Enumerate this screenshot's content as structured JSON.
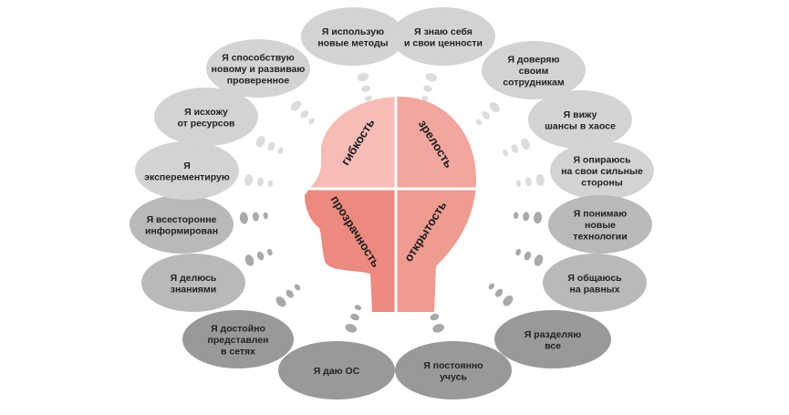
{
  "colors": {
    "bubble_light": "#d3d3d3",
    "bubble_mid": "#b9b9b9",
    "bubble_dark": "#999999",
    "dot_light": "#dcdcdc",
    "dot_dark": "#a9a9a9",
    "quad_flexibility": "#f7bcb8",
    "quad_maturity": "#f2a69f",
    "quad_transparency": "#ec8a7f",
    "quad_openness": "#ee9b90",
    "divider": "#ffffff"
  },
  "head": {
    "quadrants": [
      {
        "id": "flexibility",
        "label": "гибкость"
      },
      {
        "id": "maturity",
        "label": "зрелость"
      },
      {
        "id": "transparency",
        "label": "прозрачность"
      },
      {
        "id": "openness",
        "label": "открытость"
      }
    ]
  },
  "bubbles": [
    {
      "id": "new-methods",
      "shade": "light",
      "lines": [
        "Я использую",
        "новые методы"
      ]
    },
    {
      "id": "know-myself",
      "shade": "light",
      "lines": [
        "Я знаю себя",
        "и свои ценности"
      ]
    },
    {
      "id": "trust-employees",
      "shade": "light",
      "lines": [
        "Я доверяю",
        "своим",
        "сотрудникам"
      ]
    },
    {
      "id": "see-chances",
      "shade": "light",
      "lines": [
        "Я вижу",
        "шансы в хаосе"
      ]
    },
    {
      "id": "rely-strengths",
      "shade": "light",
      "lines": [
        "Я опираюсь",
        "на свои сильные",
        "стороны"
      ]
    },
    {
      "id": "understand-tech",
      "shade": "mid",
      "lines": [
        "Я понимаю",
        "новые",
        "технологии"
      ]
    },
    {
      "id": "equal-terms",
      "shade": "mid",
      "lines": [
        "Я общаюсь",
        "на равных"
      ]
    },
    {
      "id": "share-all",
      "shade": "dark",
      "lines": [
        "Я разделяю",
        "все"
      ]
    },
    {
      "id": "always-learn",
      "shade": "dark",
      "lines": [
        "Я постоянно",
        "учусь"
      ]
    },
    {
      "id": "give-feedback",
      "shade": "dark",
      "lines": [
        "Я даю ОС"
      ]
    },
    {
      "id": "networks",
      "shade": "dark",
      "lines": [
        "Я достойно",
        "представлен",
        "в сетях"
      ]
    },
    {
      "id": "share-knowledge",
      "shade": "mid",
      "lines": [
        "Я делюсь",
        "знаниями"
      ]
    },
    {
      "id": "well-informed",
      "shade": "mid",
      "lines": [
        "Я всесторонне",
        "информирован"
      ]
    },
    {
      "id": "experiment",
      "shade": "light",
      "lines": [
        "Я",
        "эксперементирую"
      ]
    },
    {
      "id": "from-resources",
      "shade": "light",
      "lines": [
        "Я исхожу",
        "от ресурсов"
      ]
    },
    {
      "id": "promote-proven",
      "shade": "light",
      "lines": [
        "Я способствую",
        "новому и развиваю",
        "проверенное"
      ]
    }
  ]
}
